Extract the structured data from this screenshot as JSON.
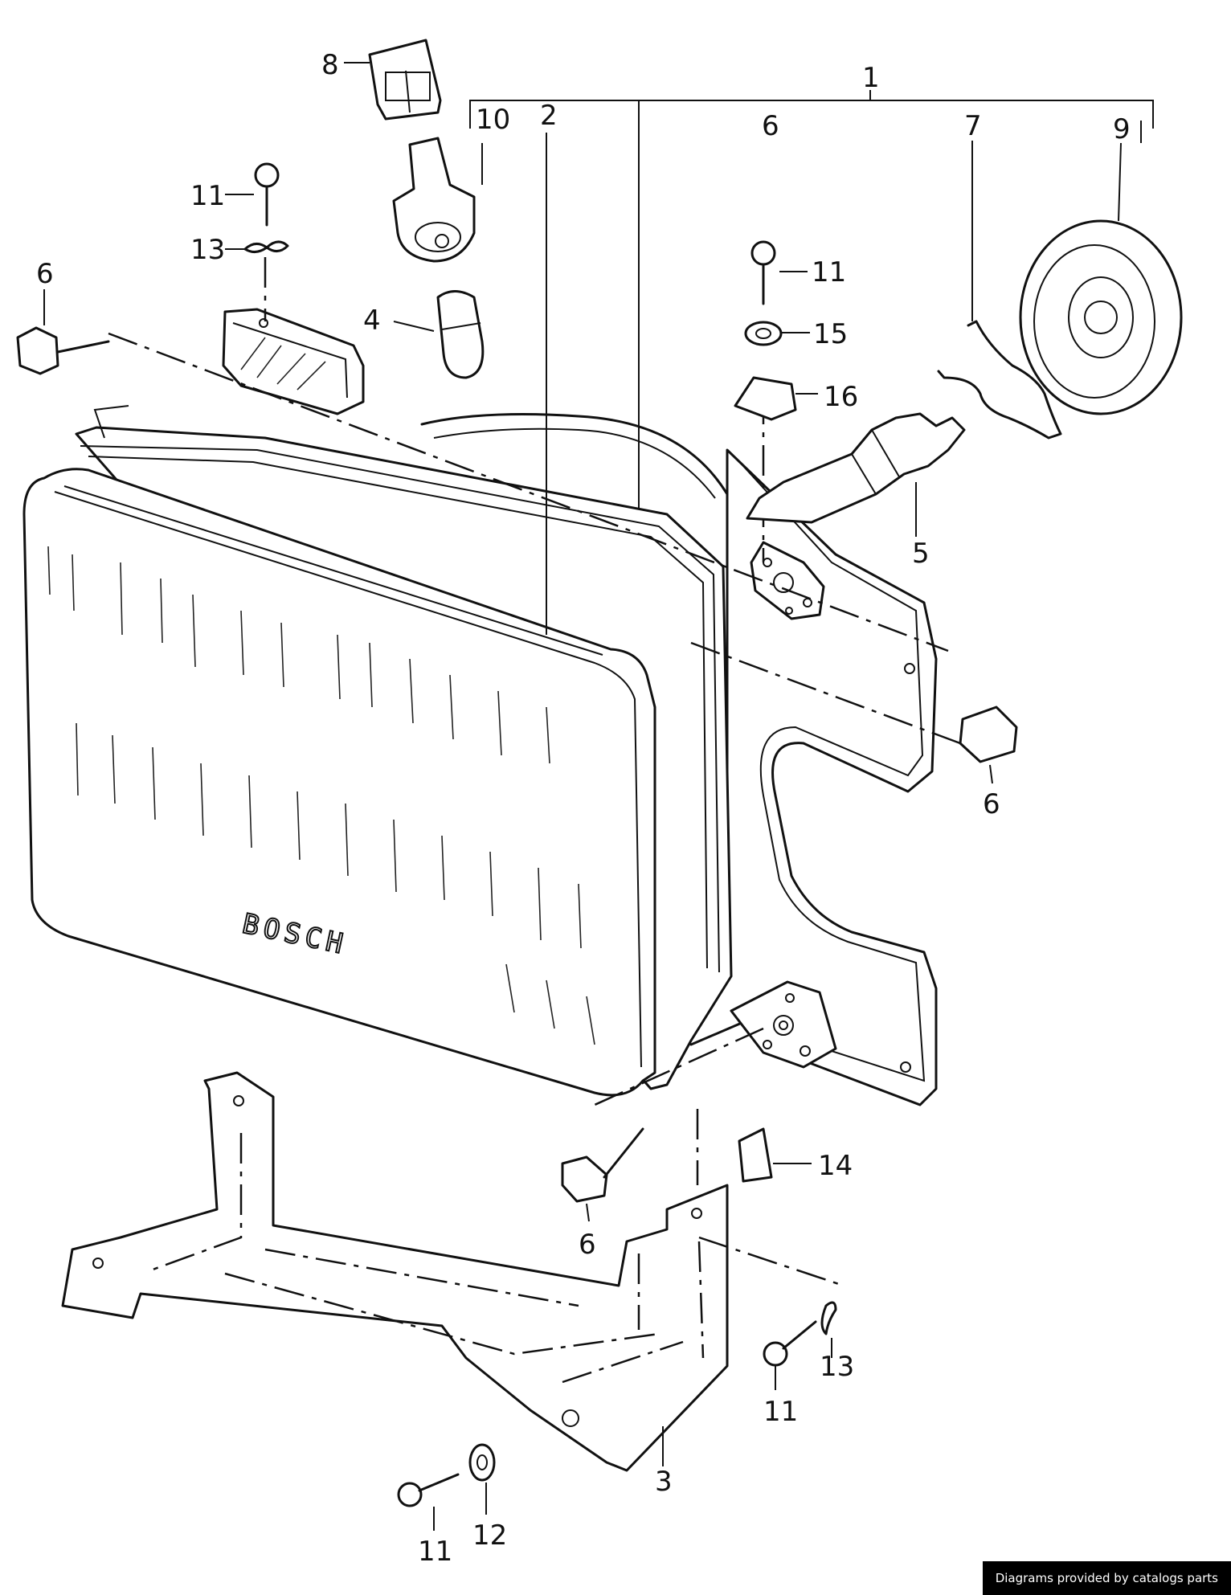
{
  "diagram": {
    "labels": {
      "l1": "1",
      "l2": "2",
      "l3": "3",
      "l4": "4",
      "l5": "5",
      "l6_top": "6",
      "l6_left": "6",
      "l6_right": "6",
      "l6_bottom": "6",
      "l7": "7",
      "l8": "8",
      "l9": "9",
      "l10": "10",
      "l11_top": "11",
      "l11_mid": "11",
      "l11_right": "11",
      "l11_bottom": "11",
      "l12": "12",
      "l13_top": "13",
      "l13_right": "13",
      "l14": "14",
      "l15": "15",
      "l16": "16"
    },
    "logo": "BOSCH"
  },
  "footer": {
    "credit": "Diagrams provided by catalogs parts"
  }
}
